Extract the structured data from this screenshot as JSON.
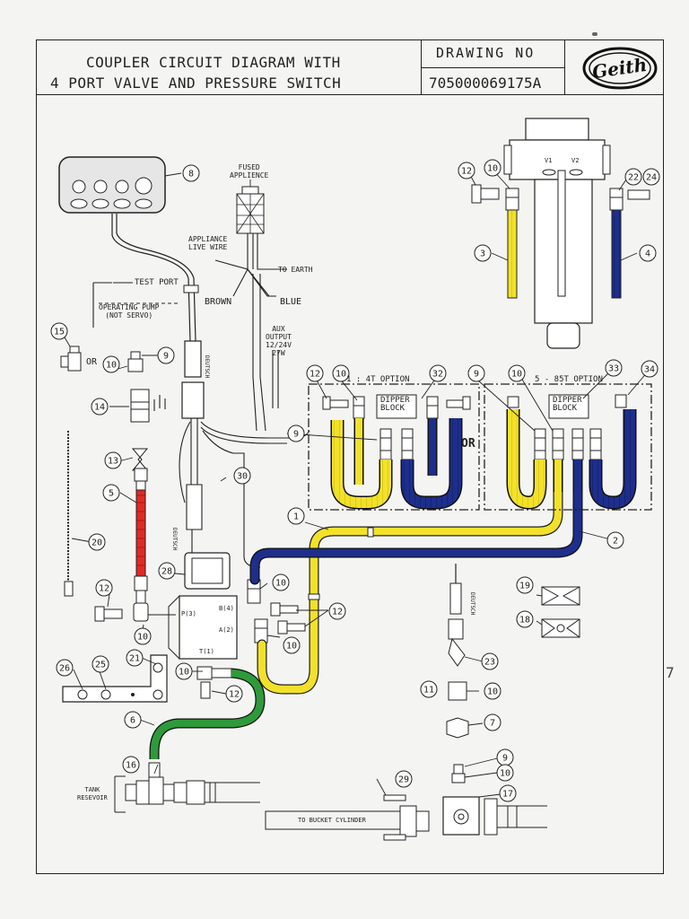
{
  "header": {
    "title_line1": "COUPLER CIRCUIT DIAGRAM WITH",
    "title_line2": "4 PORT VALVE AND PRESSURE SWITCH",
    "drawing_no_label": "DRAWING NO",
    "drawing_no": "705000069175A",
    "logo_text": "Geith"
  },
  "labels": {
    "test_port": "TEST PORT",
    "operating_pump": "OPERATING PUMP",
    "not_servo": "(NOT SERVO)",
    "or": "OR",
    "fused_appliance_1": "FUSED",
    "fused_appliance_2": "APPLIENCE",
    "appliance_live_1": "APPLIANCE",
    "appliance_live_2": "LIVE WIRE",
    "to_earth": "TO EARTH",
    "brown": "BROWN",
    "blue": "BLUE",
    "aux_1": "AUX",
    "aux_2": "OUTPUT",
    "aux_3": "12/24V",
    "aux_4": "27W",
    "deutsch": "DEUTSCH",
    "option_4t": "1 : 4T OPTION",
    "option_85t": "5 - 85T OPTION",
    "dipper_1": "DIPPER",
    "dipper_2": "BLOCK",
    "v1": "V1",
    "v2": "V2",
    "port_p": "P(3)",
    "port_b": "B(4)",
    "port_a": "A(2)",
    "port_t": "T(1)",
    "tank_1": "TANK",
    "tank_2": "RESEVOIR",
    "to_bucket": "TO BUCKET CYLINDER",
    "stray_mark": "7"
  },
  "callouts": [
    "1",
    "2",
    "3",
    "4",
    "5",
    "6",
    "7",
    "8",
    "9",
    "10",
    "11",
    "12",
    "13",
    "14",
    "15",
    "16",
    "17",
    "18",
    "19",
    "20",
    "21",
    "22",
    "23",
    "24",
    "25",
    "26",
    "28",
    "29",
    "30",
    "32",
    "33",
    "34"
  ],
  "colors": {
    "hose_yellow": "#f2e12a",
    "hose_blue": "#1e2e8c",
    "hose_red": "#e02a24",
    "hose_green": "#2e9a3a",
    "ink": "#222222"
  }
}
